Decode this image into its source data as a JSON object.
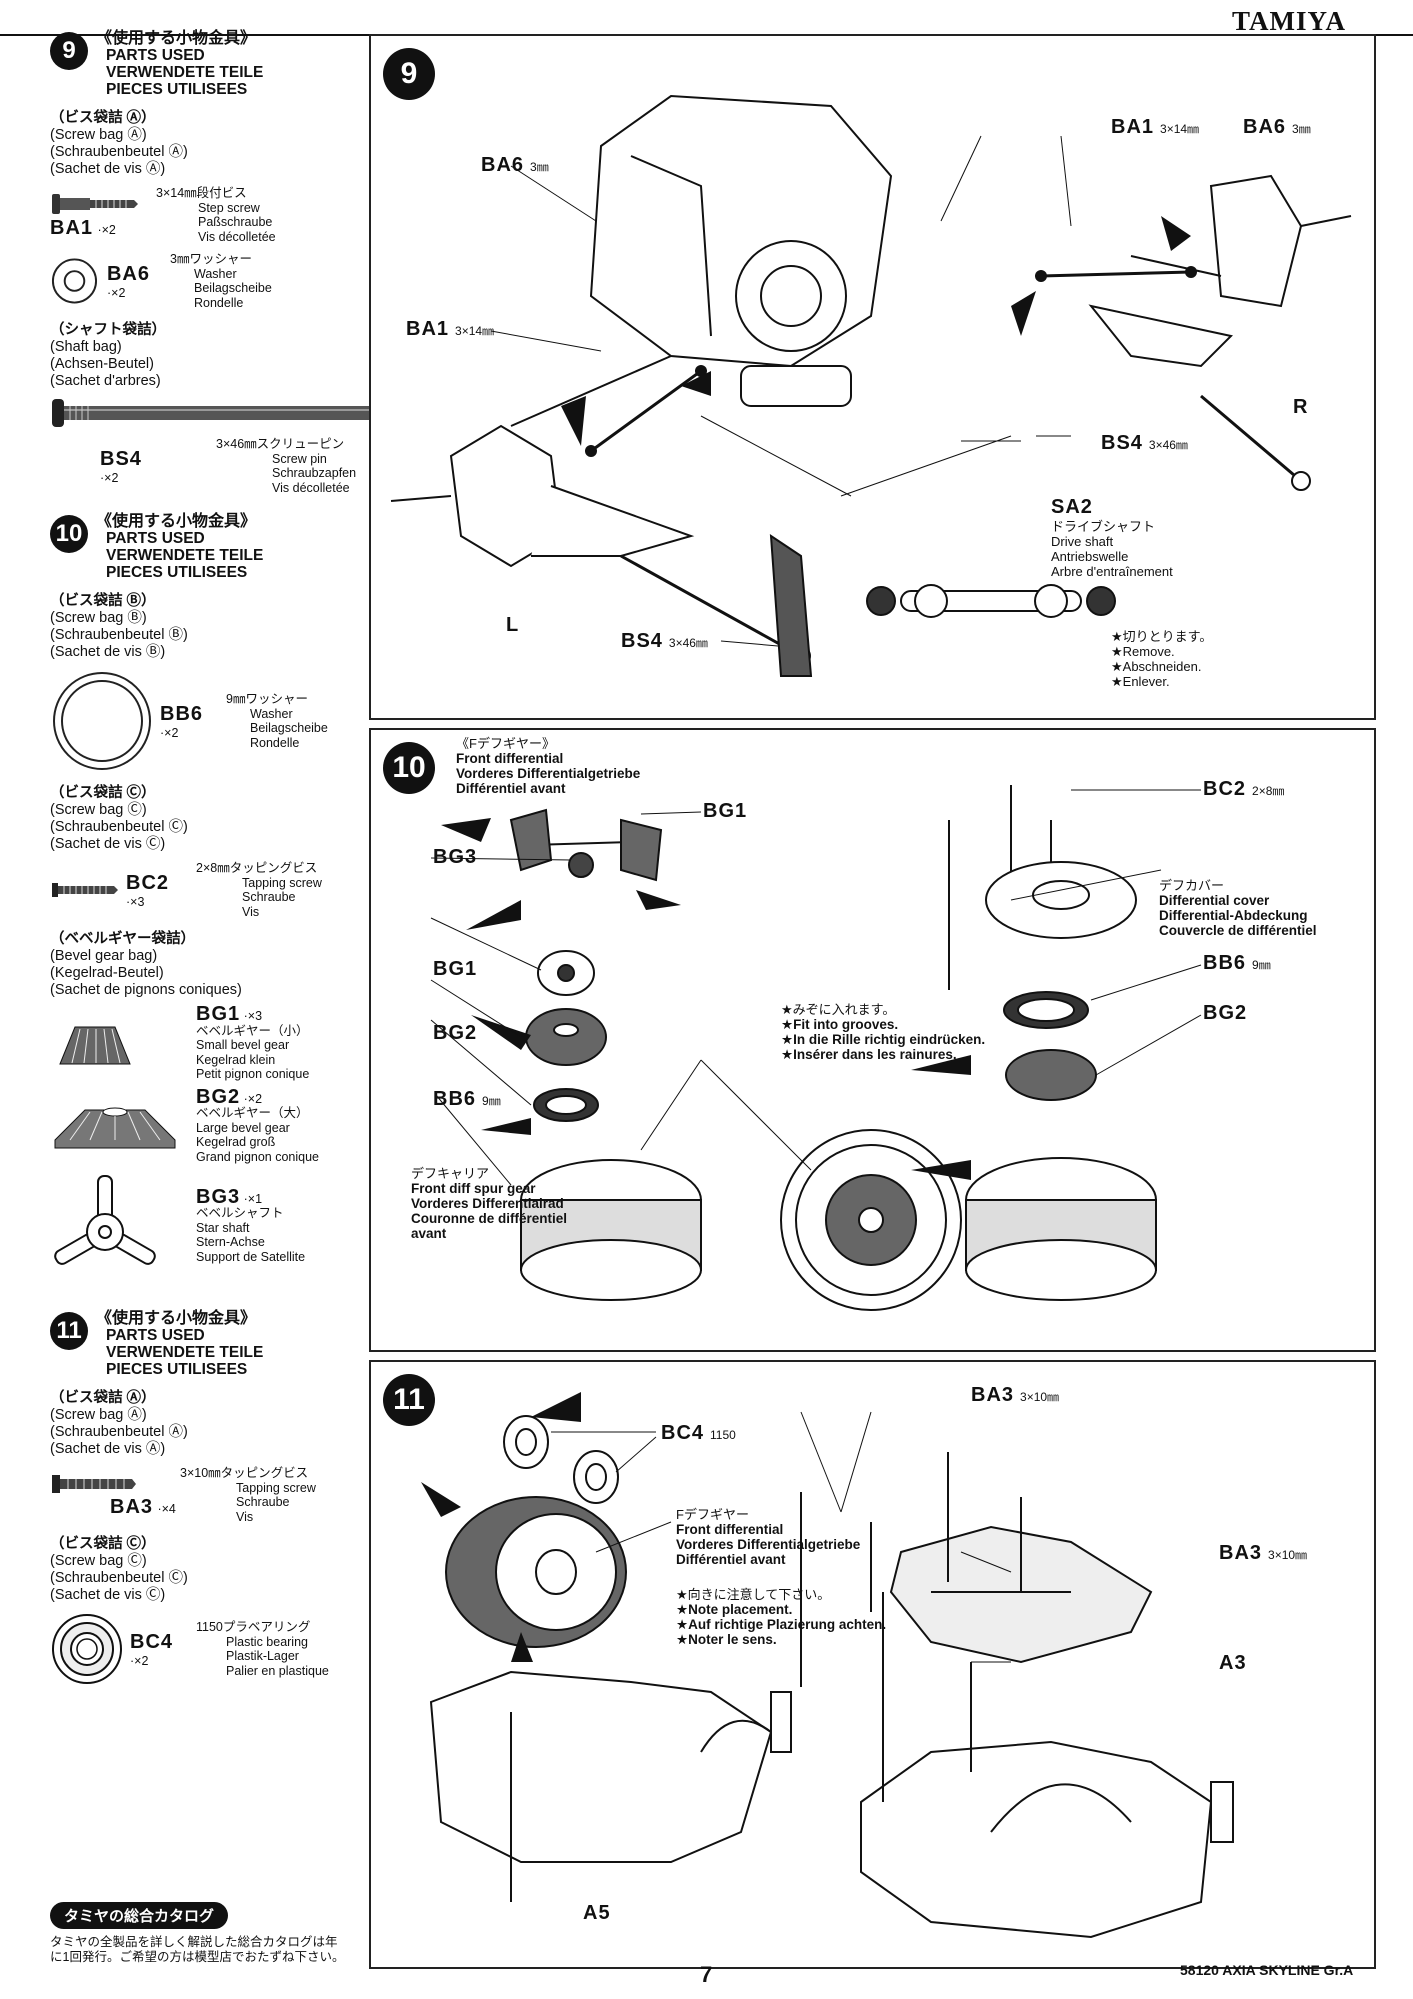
{
  "brand": "TAMIYA",
  "page_number": "7",
  "footer": "58120 AXIA SKYLINE Gr.A",
  "sidebar": {
    "step9": {
      "num": "9",
      "header_jp": "《使用する小物金具》",
      "header_en": "PARTS USED",
      "header_de": "VERWENDETE TEILE",
      "header_fr": "PIECES UTILISEES",
      "bagA": {
        "jp": "（ビス袋詰 Ⓐ）",
        "en": "(Screw bag Ⓐ)",
        "de": "(Schraubenbeutel Ⓐ)",
        "fr": "(Sachet de vis Ⓐ)"
      },
      "ba1": {
        "code": "BA1",
        "qty": "·×2",
        "jp": "3×14㎜段付ビス",
        "en": "Step screw",
        "de": "Paßschraube",
        "fr": "Vis décolletée"
      },
      "ba6": {
        "code": "BA6",
        "qty": "·×2",
        "jp": "3㎜ワッシャー",
        "en": "Washer",
        "de": "Beilagscheibe",
        "fr": "Rondelle"
      },
      "shaft_bag": {
        "jp": "（シャフト袋詰）",
        "en": "(Shaft bag)",
        "de": "(Achsen-Beutel)",
        "fr": "(Sachet d'arbres)"
      },
      "bs4": {
        "code": "BS4",
        "qty": "·×2",
        "jp": "3×46㎜スクリューピン",
        "en": "Screw pin",
        "de": "Schraubzapfen",
        "fr": "Vis décolletée"
      }
    },
    "step10": {
      "num": "10",
      "header_jp": "《使用する小物金具》",
      "header_en": "PARTS USED",
      "header_de": "VERWENDETE TEILE",
      "header_fr": "PIECES UTILISEES",
      "bagB": {
        "jp": "（ビス袋詰 Ⓑ）",
        "en": "(Screw bag Ⓑ)",
        "de": "(Schraubenbeutel Ⓑ)",
        "fr": "(Sachet de vis Ⓑ)"
      },
      "bb6": {
        "code": "BB6",
        "qty": "·×2",
        "jp": "9㎜ワッシャー",
        "en": "Washer",
        "de": "Beilagscheibe",
        "fr": "Rondelle"
      },
      "bagC": {
        "jp": "（ビス袋詰 Ⓒ）",
        "en": "(Screw bag Ⓒ)",
        "de": "(Schraubenbeutel Ⓒ)",
        "fr": "(Sachet de vis Ⓒ)"
      },
      "bc2": {
        "code": "BC2",
        "qty": "·×3",
        "jp": "2×8㎜タッピングビス",
        "en": "Tapping screw",
        "de": "Schraube",
        "fr": "Vis"
      },
      "bevel_bag": {
        "jp": "（ベベルギヤー袋詰）",
        "en": "(Bevel gear bag)",
        "de": "(Kegelrad-Beutel)",
        "fr": "(Sachet de pignons coniques)"
      },
      "bg1": {
        "code": "BG1",
        "qty": "·×3",
        "jp": "ベベルギヤー（小）",
        "en": "Small bevel gear",
        "de": "Kegelrad klein",
        "fr": "Petit pignon conique"
      },
      "bg2": {
        "code": "BG2",
        "qty": "·×2",
        "jp": "ベベルギヤー（大）",
        "en": "Large bevel gear",
        "de": "Kegelrad groß",
        "fr": "Grand pignon conique"
      },
      "bg3": {
        "code": "BG3",
        "qty": "·×1",
        "jp": "ベベルシャフト",
        "en": "Star shaft",
        "de": "Stern-Achse",
        "fr": "Support de Satellite"
      }
    },
    "step11": {
      "num": "11",
      "header_jp": "《使用する小物金具》",
      "header_en": "PARTS USED",
      "header_de": "VERWENDETE TEILE",
      "header_fr": "PIECES UTILISEES",
      "bagA": {
        "jp": "（ビス袋詰 Ⓐ）",
        "en": "(Screw bag Ⓐ)",
        "de": "(Schraubenbeutel Ⓐ)",
        "fr": "(Sachet de vis Ⓐ)"
      },
      "ba3": {
        "code": "BA3",
        "qty": "·×4",
        "jp": "3×10㎜タッピングビス",
        "en": "Tapping screw",
        "de": "Schraube",
        "fr": "Vis"
      },
      "bagC": {
        "jp": "（ビス袋詰 Ⓒ）",
        "en": "(Screw bag Ⓒ)",
        "de": "(Schraubenbeutel Ⓒ)",
        "fr": "(Sachet de vis Ⓒ)"
      },
      "bc4": {
        "code": "BC4",
        "qty": "·×2",
        "jp": "1150プラベアリング",
        "en": "Plastic bearing",
        "de": "Plastik-Lager",
        "fr": "Palier en plastique"
      }
    }
  },
  "catalog": {
    "title": "タミヤの総合カタログ",
    "text_line1": "タミヤの全製品を詳しく解説した総合カタログは年",
    "text_line2": "に1回発行。ご希望の方は模型店でおたずね下さい。"
  },
  "panel9": {
    "num": "9",
    "ba6_left": {
      "code": "BA6",
      "size": "3㎜"
    },
    "ba1_right": {
      "code": "BA1",
      "size": "3×14㎜"
    },
    "ba6_right": {
      "code": "BA6",
      "size": "3㎜"
    },
    "ba1_left": {
      "code": "BA1",
      "size": "3×14㎜"
    },
    "r_label": "R",
    "bs4_right": {
      "code": "BS4",
      "size": "3×46㎜"
    },
    "l_label": "L",
    "sa2": {
      "code": "SA2",
      "jp": "ドライブシャフト",
      "en": "Drive shaft",
      "de": "Antriebswelle",
      "fr": "Arbre d'entraînement"
    },
    "bs4_left": {
      "code": "BS4",
      "size": "3×46㎜"
    },
    "remove": {
      "jp": "★切りとります。",
      "en": "★Remove.",
      "de": "★Abschneiden.",
      "fr": "★Enlever."
    }
  },
  "panel10": {
    "num": "10",
    "title_jp": "《Fデフギヤー》",
    "title_en": "Front differential",
    "title_de": "Vorderes Differentialgetriebe",
    "title_fr": "Différentiel avant",
    "bg1_top": "BG1",
    "bg3": "BG3",
    "bg1": "BG1",
    "bg2": "BG2",
    "bb6": {
      "code": "BB6",
      "size": "9㎜"
    },
    "bc2": {
      "code": "BC2",
      "size": "2×8㎜"
    },
    "cover": {
      "jp": "デフカバー",
      "en": "Differential cover",
      "de": "Differential-Abdeckung",
      "fr": "Couvercle de différentiel"
    },
    "bb6_right": {
      "code": "BB6",
      "size": "9㎜"
    },
    "bg2_right": "BG2",
    "grooves": {
      "jp": "★みぞに入れます。",
      "en": "★Fit into grooves.",
      "de": "★In die Rille richtig eindrücken.",
      "fr": "★Insérer dans les rainures."
    },
    "spur": {
      "jp": "デフキャリア",
      "en": "Front diff spur gear",
      "de": "Vorderes Differentialrad",
      "fr": "Couronne de différentiel",
      "fr2": "avant"
    }
  },
  "panel11": {
    "num": "11",
    "bc4": {
      "code": "BC4",
      "size": "1150"
    },
    "fdiff": {
      "jp": "Fデフギヤー",
      "en": "Front differential",
      "de": "Vorderes Differentialgetriebe",
      "fr": "Différentiel avant"
    },
    "note": {
      "jp": "★向きに注意して下さい。",
      "en": "★Note placement.",
      "de": "★Auf richtige Plazierung achten.",
      "fr": "★Noter le sens."
    },
    "ba3_top": {
      "code": "BA3",
      "size": "3×10㎜"
    },
    "ba3_right": {
      "code": "BA3",
      "size": "3×10㎜"
    },
    "a3": "A3",
    "a5": "A5"
  }
}
